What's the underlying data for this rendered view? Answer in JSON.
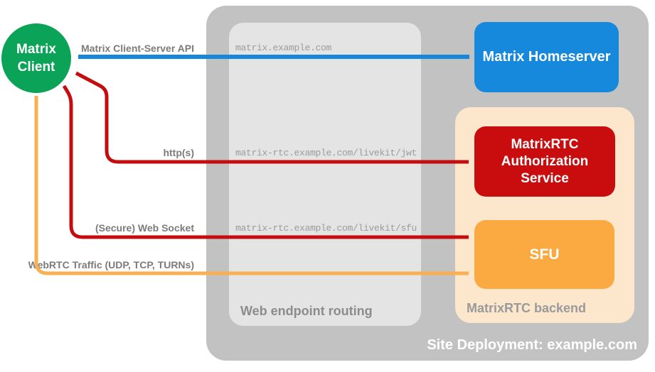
{
  "diagram": {
    "client": {
      "label": "Matrix\nClient",
      "color": "#0aa357"
    },
    "homeserver": {
      "label": "Matrix Homeserver",
      "color": "#1689dc"
    },
    "auth_service": {
      "label": "MatrixRTC\nAuthorization\nService",
      "color": "#c90d0e"
    },
    "sfu": {
      "label": "SFU",
      "color": "#fbaa41"
    },
    "routing_panel": {
      "label": "Web endpoint routing",
      "color": "#e4e4e4"
    },
    "backend_panel": {
      "label": "MatrixRTC backend",
      "color": "#fce7cd"
    },
    "site": {
      "label": "Site Deployment: example.com",
      "container_color": "#c2c2c2"
    },
    "connections": {
      "api": {
        "label": "Matrix Client-Server API",
        "endpoint": "matrix.example.com",
        "color": "#1787db",
        "from": "Matrix Client",
        "to": "Matrix Homeserver"
      },
      "http": {
        "label": "http(s)",
        "endpoint": "matrix-rtc.example.com/livekit/jwt",
        "color": "#c50d10",
        "from": "Matrix Client",
        "to": "MatrixRTC Authorization Service"
      },
      "websocket": {
        "label": "(Secure) Web Socket",
        "endpoint": "matrix-rtc.example.com/livekit/sfu",
        "color": "#c50d10",
        "from": "Matrix Client",
        "to": "SFU"
      },
      "webrtc": {
        "label": "WebRTC Traffic (UDP, TCP, TURNs)",
        "color": "#f8b053",
        "from": "Matrix Client",
        "to": "SFU"
      }
    }
  }
}
